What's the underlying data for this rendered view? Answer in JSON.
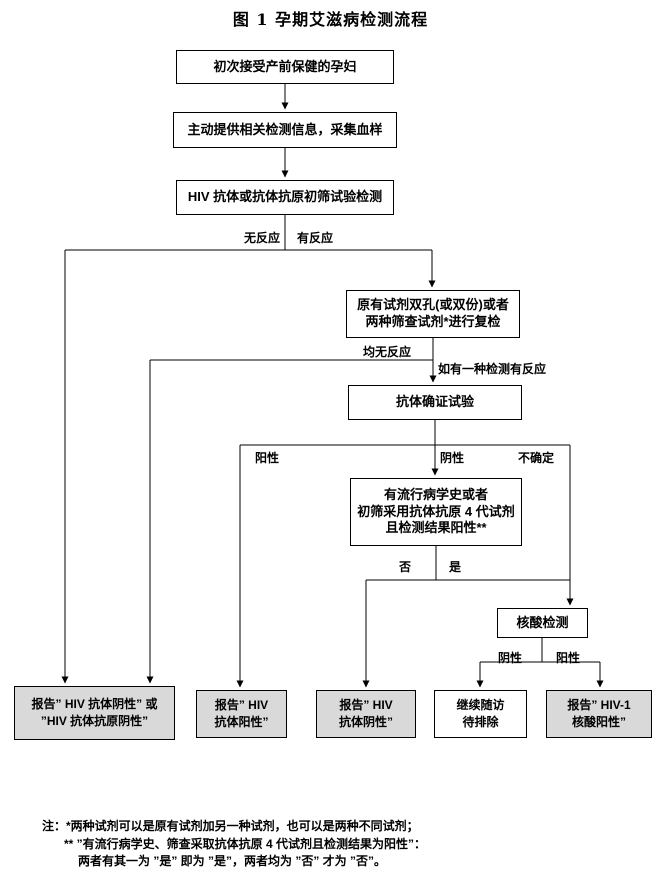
{
  "title": "图 1  孕期艾滋病检测流程",
  "nodes": {
    "start": "初次接受产前保健的孕妇",
    "provide": "主动提供相关检测信息，采集血样",
    "screening": "HIV 抗体或抗体抗原初筛试验检测",
    "recheck": "原有试剂双孔(或双份)或者\n两种筛查试剂*进行复检",
    "confirm": "抗体确证试验",
    "epi": "有流行病学史或者\n初筛采用抗体抗原 4 代试剂\n且检测结果阳性**",
    "nat": "核酸检测",
    "report_neg_both": "报告” HIV 抗体阴性” 或\n”HIV 抗体抗原阴性”",
    "report_ab_pos": "报告” HIV\n抗体阳性”",
    "report_ab_neg": "报告” HIV\n抗体阴性”",
    "follow_up": "继续随访\n待排除",
    "report_nat_pos": "报告” HIV-1\n核酸阳性”"
  },
  "edge_labels": {
    "no_reaction": "无反应",
    "reactive": "有反应",
    "both_nonreactive": "均无反应",
    "one_reactive": "如有一种检测有反应",
    "positive": "阳性",
    "negative": "阴性",
    "indeterminate": "不确定",
    "no": "否",
    "yes": "是",
    "nat_negative": "阴性",
    "nat_positive": "阳性"
  },
  "notes": [
    "注：*两种试剂可以是原有试剂加另一种试剂，也可以是两种不同试剂；",
    "** ”有流行病学史、筛查采取抗体抗原 4 代试剂且检测结果为阳性”：",
    "两者有其一为 ”是” 即为 ”是”，两者均为 ”否” 才为 ”否”。"
  ],
  "colors": {
    "line": "#000000",
    "box_border": "#000000",
    "shaded_box": "#d9d9d9",
    "background": "#ffffff"
  }
}
